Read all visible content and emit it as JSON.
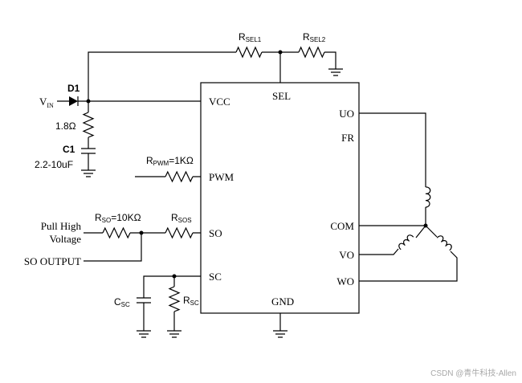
{
  "pins": {
    "vcc": "VCC",
    "sel": "SEL",
    "pwm": "PWM",
    "so": "SO",
    "sc": "SC",
    "gnd": "GND",
    "uo": "UO",
    "fr": "FR",
    "com": "COM",
    "vo": "VO",
    "wo": "WO"
  },
  "labels": {
    "d1": "D1",
    "vin_main": "V",
    "vin_sub": "IN",
    "r_18": "1.8Ω",
    "c1": "C1",
    "c1_val": "2.2-10uF",
    "rsel1_main": "R",
    "rsel1_sub": "SEL1",
    "rsel2_main": "R",
    "rsel2_sub": "SEL2",
    "rpwm_main": "R",
    "rpwm_sub": "PWM",
    "rpwm_val": "=1KΩ",
    "rso_main": "R",
    "rso_sub": "SO",
    "rso_val": "=10KΩ",
    "rsos_main": "R",
    "rsos_sub": "SOS",
    "csc_main": "C",
    "csc_sub": "SC",
    "rsc_main": "R",
    "rsc_sub": "SC",
    "pull_high_1": "Pull High",
    "pull_high_2": "Voltage",
    "so_output": "SO OUTPUT"
  },
  "watermark": "CSDN @青牛科技-Allen"
}
